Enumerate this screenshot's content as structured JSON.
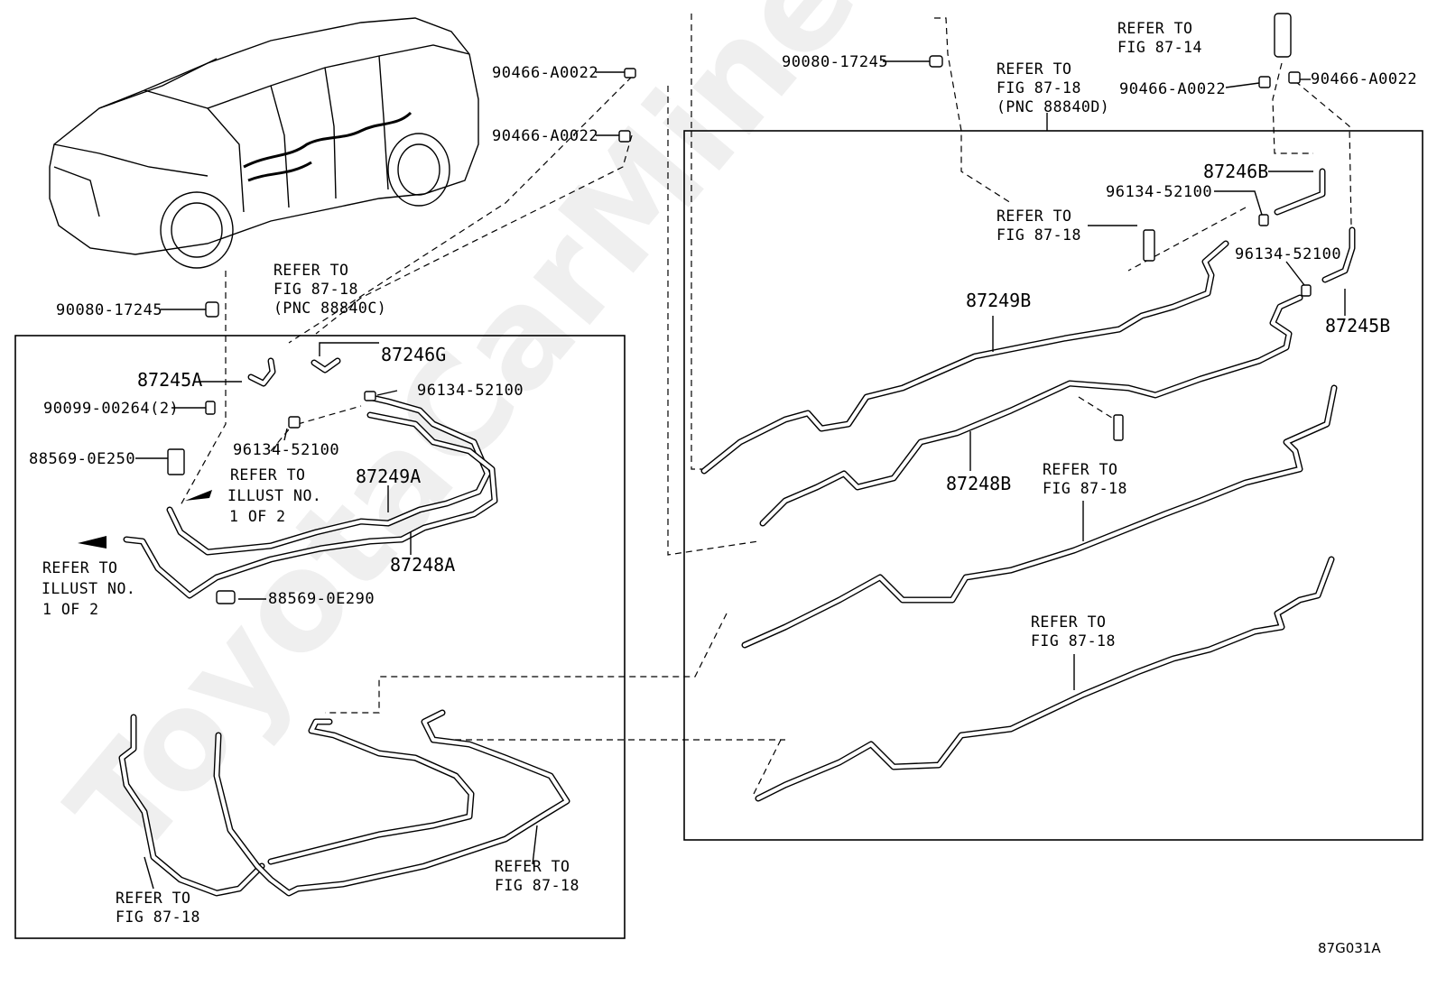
{
  "watermark": "ToyotaCarMine.ru",
  "figure_code": "87G031A",
  "labels": {
    "p90466_top1": "90466-A0022",
    "p90466_top2": "90466-A0022",
    "p90080_top": "90080-17245",
    "p90080_left": "90080-17245",
    "ref_87_18_pnc_c_1": "REFER TO",
    "ref_87_18_pnc_c_2": "FIG 87-18",
    "ref_87_18_pnc_c_3": "(PNC 88840C)",
    "ref_87_18_pnc_d_1": "REFER TO",
    "ref_87_18_pnc_d_2": "FIG 87-18",
    "ref_87_18_pnc_d_3": "(PNC 88840D)",
    "ref_87_14_1": "REFER TO",
    "ref_87_14_2": "FIG 87-14",
    "p90466_r1": "90466-A0022",
    "p90466_r2": "90466-A0022",
    "p87246B": "87246B",
    "p96134_r1": "96134-52100",
    "p96134_r2": "96134-52100",
    "ref_87_18_r1_1": "REFER TO",
    "ref_87_18_r1_2": "FIG 87-18",
    "p87249B": "87249B",
    "p87245B": "87245B",
    "p87248B": "87248B",
    "ref_87_18_r2_1": "REFER TO",
    "ref_87_18_r2_2": "FIG 87-18",
    "ref_87_18_r3_1": "REFER TO",
    "ref_87_18_r3_2": "FIG 87-18",
    "p87245A": "87245A",
    "p87246G": "87246G",
    "p96134_l1": "96134-52100",
    "p96134_l2": "96134-52100",
    "p90099": "90099-00264(2)",
    "p88569_0E250": "88569-0E250",
    "ref_illust_a_1": "REFER TO",
    "ref_illust_a_2": "ILLUST NO.",
    "ref_illust_a_3": "1 OF 2",
    "ref_illust_b_1": "REFER TO",
    "ref_illust_b_2": "ILLUST NO.",
    "ref_illust_b_3": "1 OF 2",
    "p87249A": "87249A",
    "p87248A": "87248A",
    "p88569_0E290": "88569-0E290",
    "ref_87_18_bl_1": "REFER TO",
    "ref_87_18_bl_2": "FIG 87-18",
    "ref_87_18_bm_1": "REFER TO",
    "ref_87_18_bm_2": "FIG 87-18"
  }
}
